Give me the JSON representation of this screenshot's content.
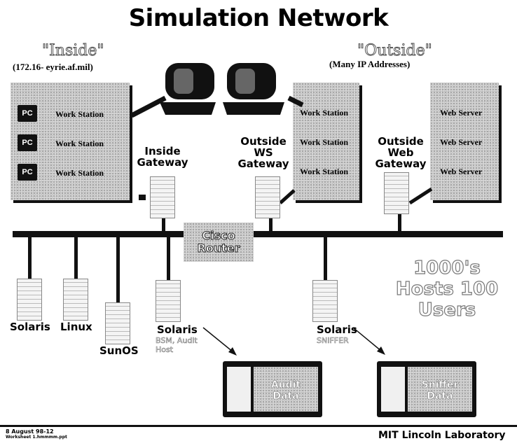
{
  "title": "Simulation Network",
  "inside": {
    "heading": "\"Inside\"",
    "subtitle": "(172.16- eyrie.af.mil)"
  },
  "outside": {
    "heading": "\"Outside\"",
    "subtitle": "(Many IP Addresses)"
  },
  "inside_panel": {
    "pc_label": "PC",
    "rows": [
      "Work Station",
      "Work Station",
      "Work Station"
    ]
  },
  "outside_ws_panel": {
    "rows": [
      "Work Station",
      "Work Station",
      "Work Station"
    ]
  },
  "web_panel": {
    "rows": [
      "Web Server",
      "Web Server",
      "Web Server"
    ]
  },
  "gateways": {
    "inside": "Inside Gateway",
    "outside_ws": "Outside WS Gateway",
    "outside_web": "Outside Web Gateway"
  },
  "router": "Cisco Router",
  "hosts_note": "1000's Hosts 100 Users",
  "hosts": {
    "solaris1": "Solaris",
    "linux": "Linux",
    "sunos": "SunOS",
    "solaris2": "Solaris",
    "solaris2_sub": "BSM, Audit Host",
    "solaris3": "Solaris",
    "solaris3_sub": "SNIFFER"
  },
  "monitors": {
    "audit": "Audit Data",
    "sniffer": "Sniffer Data"
  },
  "footer": {
    "left_line1": "8 August 98-12",
    "left_line2": "Worksheet 1.hmmmm.ppt",
    "right": "MIT Lincoln Laboratory"
  }
}
